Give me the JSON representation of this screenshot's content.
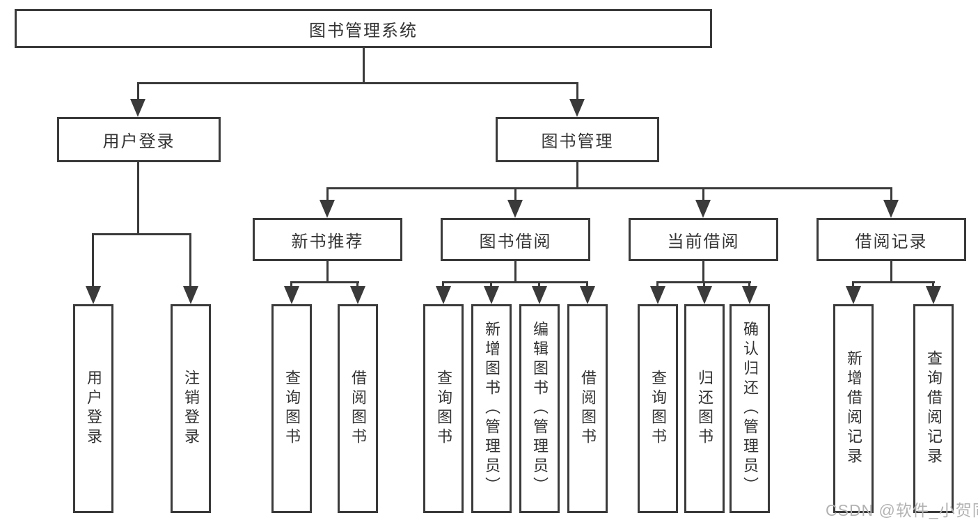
{
  "diagram_type": "hierarchy-tree",
  "tree": {
    "label": "图书管理系统",
    "children": [
      {
        "label": "用户登录",
        "children": [
          {
            "label": "用户登录"
          },
          {
            "label": "注销登录"
          }
        ]
      },
      {
        "label": "图书管理",
        "children": [
          {
            "label": "新书推荐",
            "children": [
              {
                "label": "查询图书"
              },
              {
                "label": "借阅图书"
              }
            ]
          },
          {
            "label": "图书借阅",
            "children": [
              {
                "label": "查询图书"
              },
              {
                "label": "新增图书（管理员）"
              },
              {
                "label": "编辑图书（管理员）"
              },
              {
                "label": "借阅图书"
              }
            ]
          },
          {
            "label": "当前借阅",
            "children": [
              {
                "label": "查询图书"
              },
              {
                "label": "归还图书"
              },
              {
                "label": "确认归还（管理员）"
              }
            ]
          },
          {
            "label": "借阅记录",
            "children": [
              {
                "label": "新增借阅记录"
              },
              {
                "label": "查询借阅记录"
              }
            ]
          }
        ]
      }
    ]
  },
  "watermark": {
    "text": "CSDN @软件_小贺同学"
  },
  "colors": {
    "line": "#3a3a3a",
    "text": "#333333",
    "box_background": "#ffffff",
    "page_background": "#ffffff",
    "watermark": "#b2b2b2"
  }
}
